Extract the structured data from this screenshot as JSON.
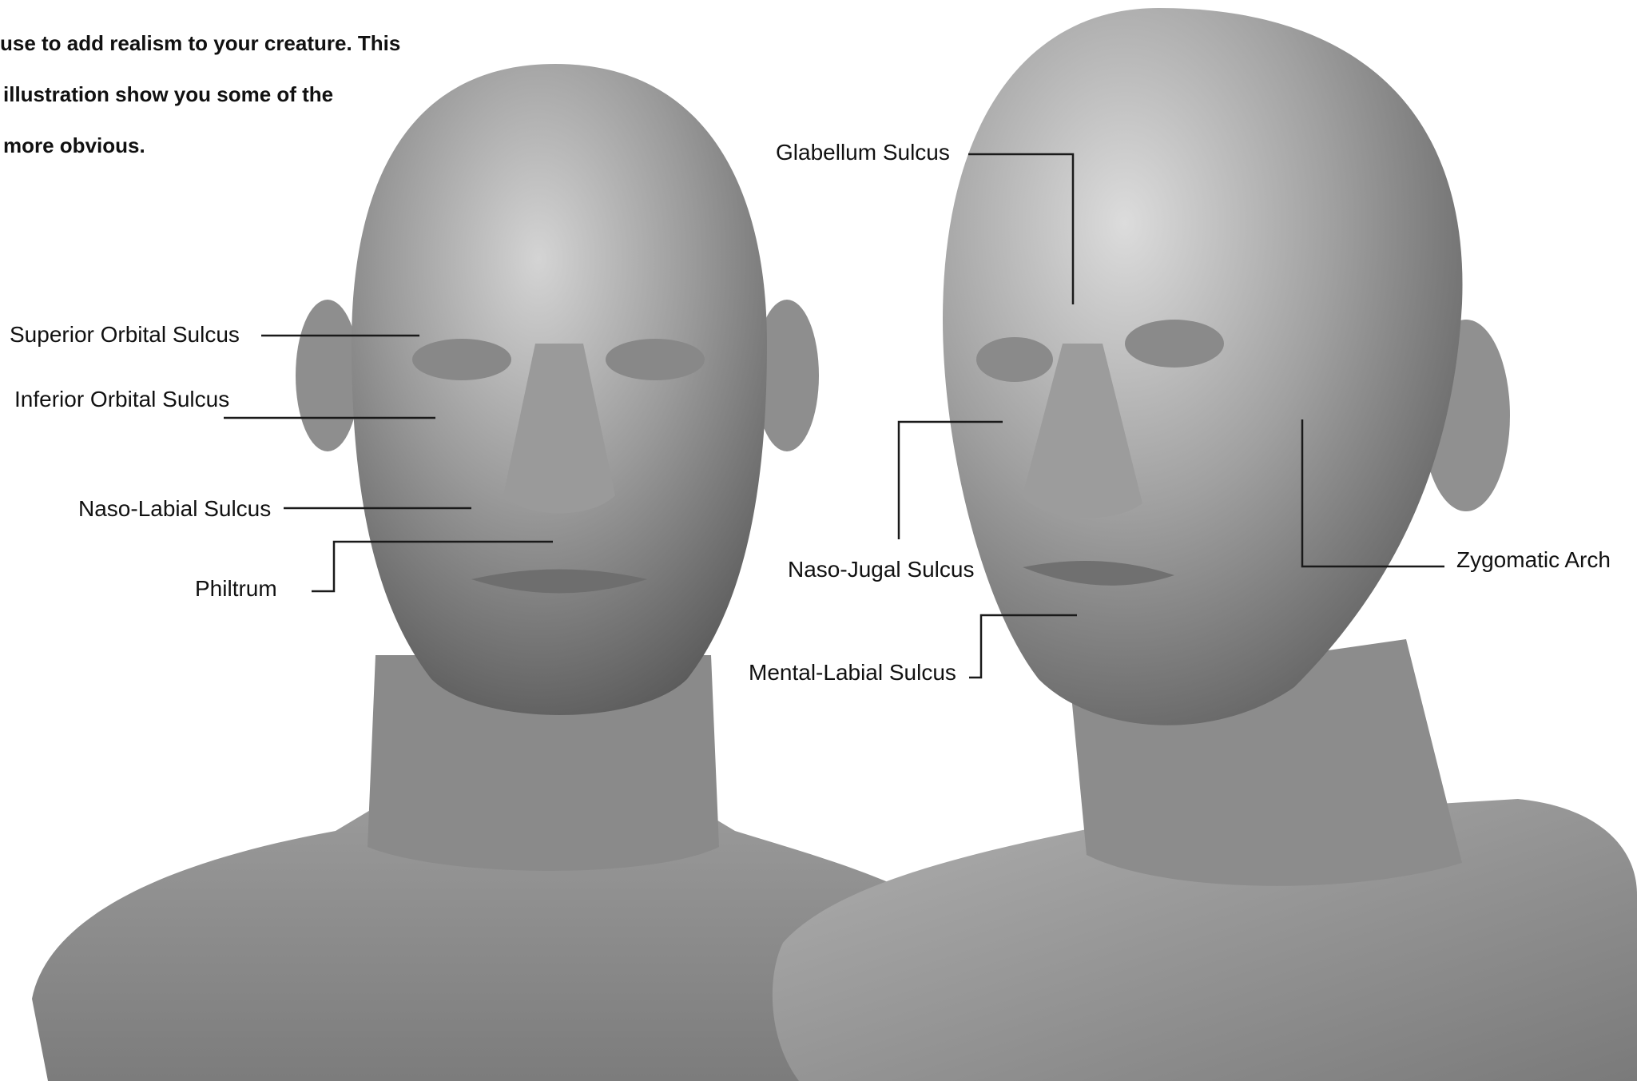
{
  "intro": {
    "lines": [
      "use to add realism to your creature. This",
      "illustration show you some of the",
      "more obvious."
    ]
  },
  "front_view": {
    "labels": {
      "superior_orbital": "Superior Orbital Sulcus",
      "inferior_orbital": "Inferior Orbital Sulcus",
      "naso_labial": "Naso-Labial Sulcus",
      "philtrum": "Philtrum"
    }
  },
  "three_quarter_view": {
    "labels": {
      "glabellum": "Glabellum Sulcus",
      "naso_jugal": "Naso-Jugal Sulcus",
      "mental_labial": "Mental-Labial Sulcus",
      "zygomatic": "Zygomatic Arch"
    }
  },
  "colors": {
    "background": "#ffffff",
    "text": "#111111",
    "leader_line": "#1a1a1a",
    "sculpt_base": "#8e8e8e",
    "sculpt_highlight": "#d8d8d8",
    "sculpt_shadow": "#4a4a4a"
  }
}
